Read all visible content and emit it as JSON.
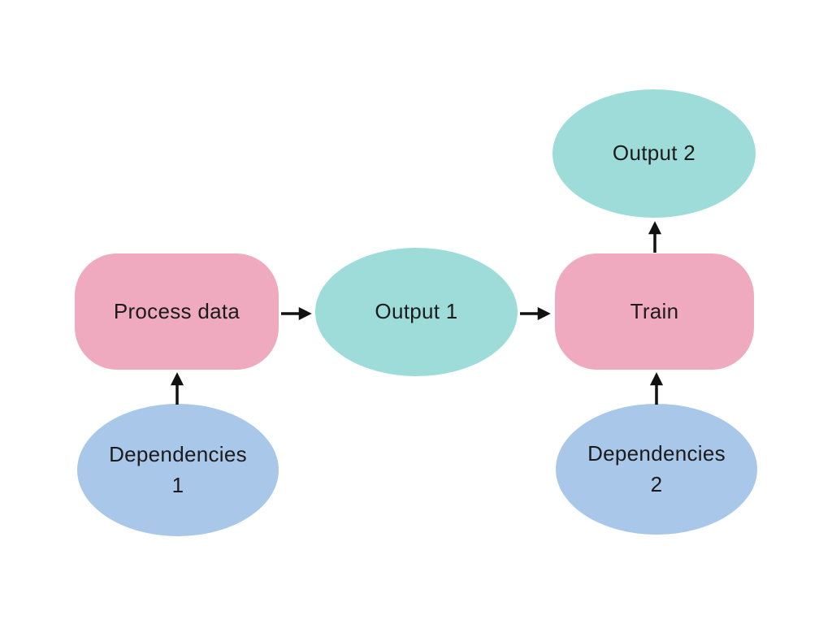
{
  "diagram": {
    "background": "#ffffff",
    "text_color": "#1b1b1b",
    "arrow_color": "#111111",
    "colors": {
      "process_step_fill": "#efaabf",
      "output_fill": "#9edcd9",
      "dependency_fill": "#a9c7e9"
    },
    "nodes": {
      "process_data": {
        "label": "Process data",
        "shape": "rounded-rectangle",
        "fill": "#efaabf"
      },
      "output_1": {
        "label": "Output 1",
        "shape": "ellipse",
        "fill": "#9edcd9"
      },
      "train": {
        "label": "Train",
        "shape": "rounded-rectangle",
        "fill": "#efaabf"
      },
      "output_2": {
        "label": "Output 2",
        "shape": "ellipse",
        "fill": "#9edcd9"
      },
      "dependencies_1": {
        "label_line_1": "Dependencies",
        "label_line_2": "1",
        "shape": "ellipse",
        "fill": "#a9c7e9"
      },
      "dependencies_2": {
        "label_line_1": "Dependencies",
        "label_line_2": "2",
        "shape": "ellipse",
        "fill": "#a9c7e9"
      }
    },
    "edges": [
      {
        "from": "Process data",
        "to": "Output 1",
        "direction": "right"
      },
      {
        "from": "Output 1",
        "to": "Train",
        "direction": "right"
      },
      {
        "from": "Train",
        "to": "Output 2",
        "direction": "up"
      },
      {
        "from": "Dependencies 1",
        "to": "Process data",
        "direction": "up"
      },
      {
        "from": "Dependencies 2",
        "to": "Train",
        "direction": "up"
      }
    ]
  }
}
